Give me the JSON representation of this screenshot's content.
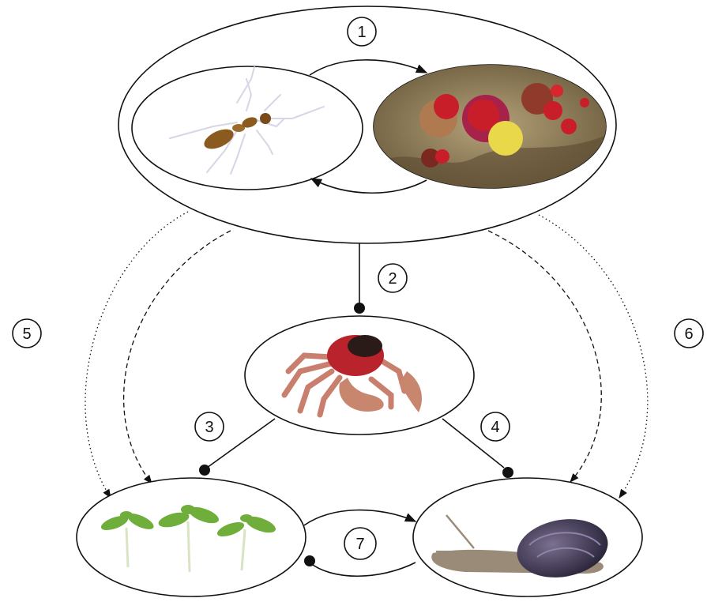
{
  "labels": {
    "n1": "1",
    "n2": "2",
    "n3": "3",
    "n4": "4",
    "n5": "5",
    "n6": "6",
    "n7": "7"
  },
  "organisms": {
    "ant": "ant-illustration",
    "scale_insects": "scale-insect-cluster-illustration",
    "crab": "red-crab-illustration",
    "seedlings": "seedlings-illustration",
    "snail": "snail-illustration"
  },
  "colors": {
    "stroke": "#111111",
    "ant_body": "#8a5a1e",
    "scale_red": "#c81e2a",
    "scale_bark": "#7a6a4c",
    "crab_shell": "#b8232c",
    "crab_legs": "#c87f6e",
    "leaf": "#6fae3a",
    "stem": "#d9e4c3",
    "snail_shell": "#3a3450",
    "snail_body": "#9a8a78"
  }
}
